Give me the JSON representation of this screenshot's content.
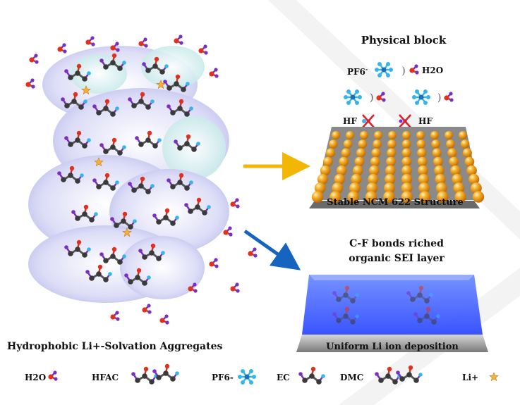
{
  "physical_block": {
    "title": "Physical block",
    "pf6_label": "PF6",
    "pf6_sup": "-",
    "h2o_label": "H2O",
    "hf_left": "HF",
    "hf_right": "HF"
  },
  "cathode": {
    "label": "Stable NCM 622 Structure"
  },
  "sei": {
    "title_line1": "C-F bonds riched",
    "title_line2": "organic SEI layer",
    "label": "Uniform Li ion deposition"
  },
  "cluster": {
    "label": "Hydrophobic Li+-Solvation Aggregates"
  },
  "legend": {
    "items": [
      {
        "label": "H2O",
        "icon": "water-molecule-icon"
      },
      {
        "label": "HFAC",
        "icon": "hfac-molecule-icon"
      },
      {
        "label": "PF6-",
        "icon": "pf6-anion-icon"
      },
      {
        "label": "EC",
        "icon": "ec-molecule-icon"
      },
      {
        "label": "DMC",
        "icon": "dmc-molecule-icon"
      },
      {
        "label": "Li+",
        "icon": "lithium-star-icon"
      }
    ]
  },
  "colors": {
    "cluster_fill": "#c9c9ef",
    "ball_orange": "#f5a623",
    "sei_blue": "#2f4bff",
    "arrow_yellow": "#f2b705",
    "arrow_blue": "#1565c0",
    "fluorine": "#35b6e8",
    "oxygen": "#e0301e",
    "carbon": "#3a3a3a",
    "hydrogen": "#7a2fc0",
    "cross_red": "#e11d2a"
  }
}
